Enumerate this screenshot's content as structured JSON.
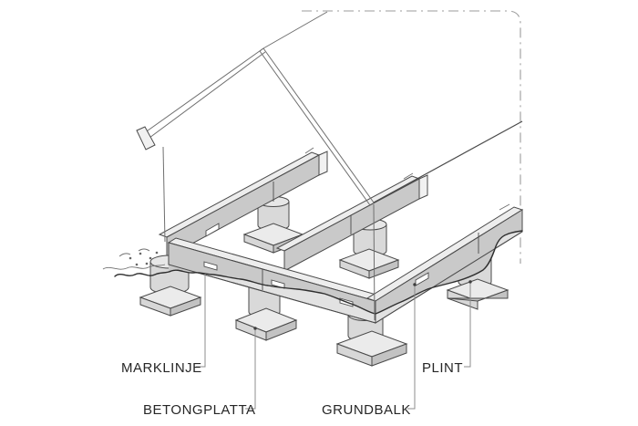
{
  "diagram": {
    "labels": {
      "marklinje": "MARKLINJE",
      "betongplatta": "BETONGPLATTA",
      "grundbalk": "GRUNDBALK",
      "plint": "PLINT"
    },
    "colors": {
      "background": "#ffffff",
      "line": "#4a4a4a",
      "line_soft": "#6f6f6f",
      "dash_dot": "#9b9b9b",
      "beam_face": "#c9c9c9",
      "beam_face_below": "#e2e2e2",
      "beam_top": "#ededed",
      "beam_end": "#f1f1f1",
      "concrete": "#d9d9d9",
      "concrete_top": "#e7e7e7",
      "pad_top": "#ebebeb",
      "pad_left": "#d7d7d7",
      "pad_right": "#c3c3c3",
      "ground_line": "#2e2e2e",
      "leader": "#8c8c8c",
      "leader_dot": "#3c3c3c",
      "label_text": "#262626"
    }
  }
}
